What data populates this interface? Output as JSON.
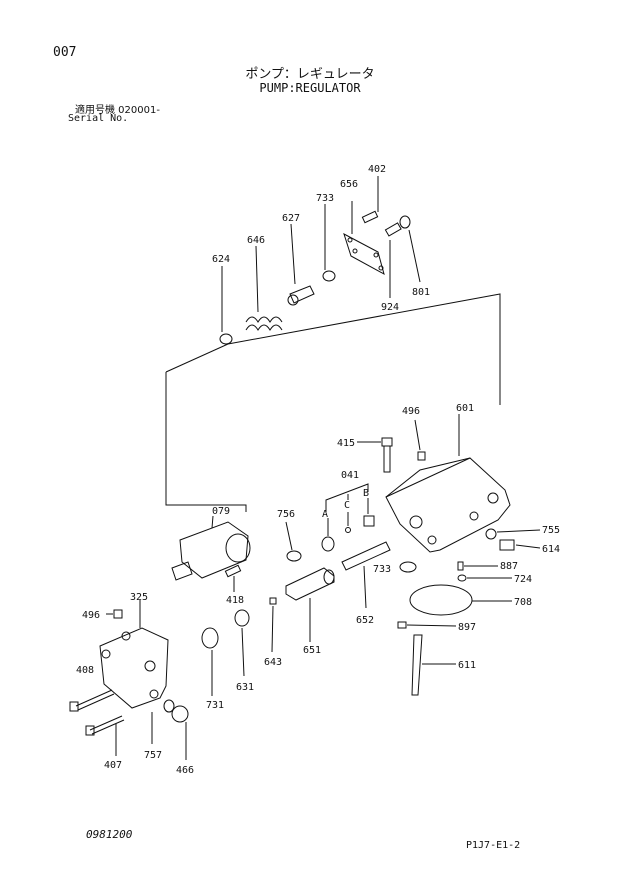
{
  "header": {
    "code": "007",
    "title_jp": "ポンプ：レギュレータ",
    "title_en": "PUMP:REGULATOR",
    "serial_jp": "適用号機  020001-",
    "serial_en": "Serial No."
  },
  "footer": {
    "date": "0981200",
    "sheet": "P1J7-E1-2"
  },
  "part_numbers": {
    "p402": "402",
    "p656": "656",
    "p733a": "733",
    "p627": "627",
    "p646": "646",
    "p624": "624",
    "p924": "924",
    "p801": "801",
    "p496a": "496",
    "p601": "601",
    "p415": "415",
    "p041": "041",
    "pA": "A",
    "pB": "B",
    "pC": "C",
    "p079": "079",
    "p756": "756",
    "p755": "755",
    "p614": "614",
    "p887": "887",
    "p733b": "733",
    "p724": "724",
    "p708": "708",
    "p418": "418",
    "p325": "325",
    "p496b": "496",
    "p652": "652",
    "p897": "897",
    "p643": "643",
    "p651": "651",
    "p611": "611",
    "p408": "408",
    "p631": "631",
    "p731": "731",
    "p757": "757",
    "p407": "407",
    "p466": "466"
  }
}
